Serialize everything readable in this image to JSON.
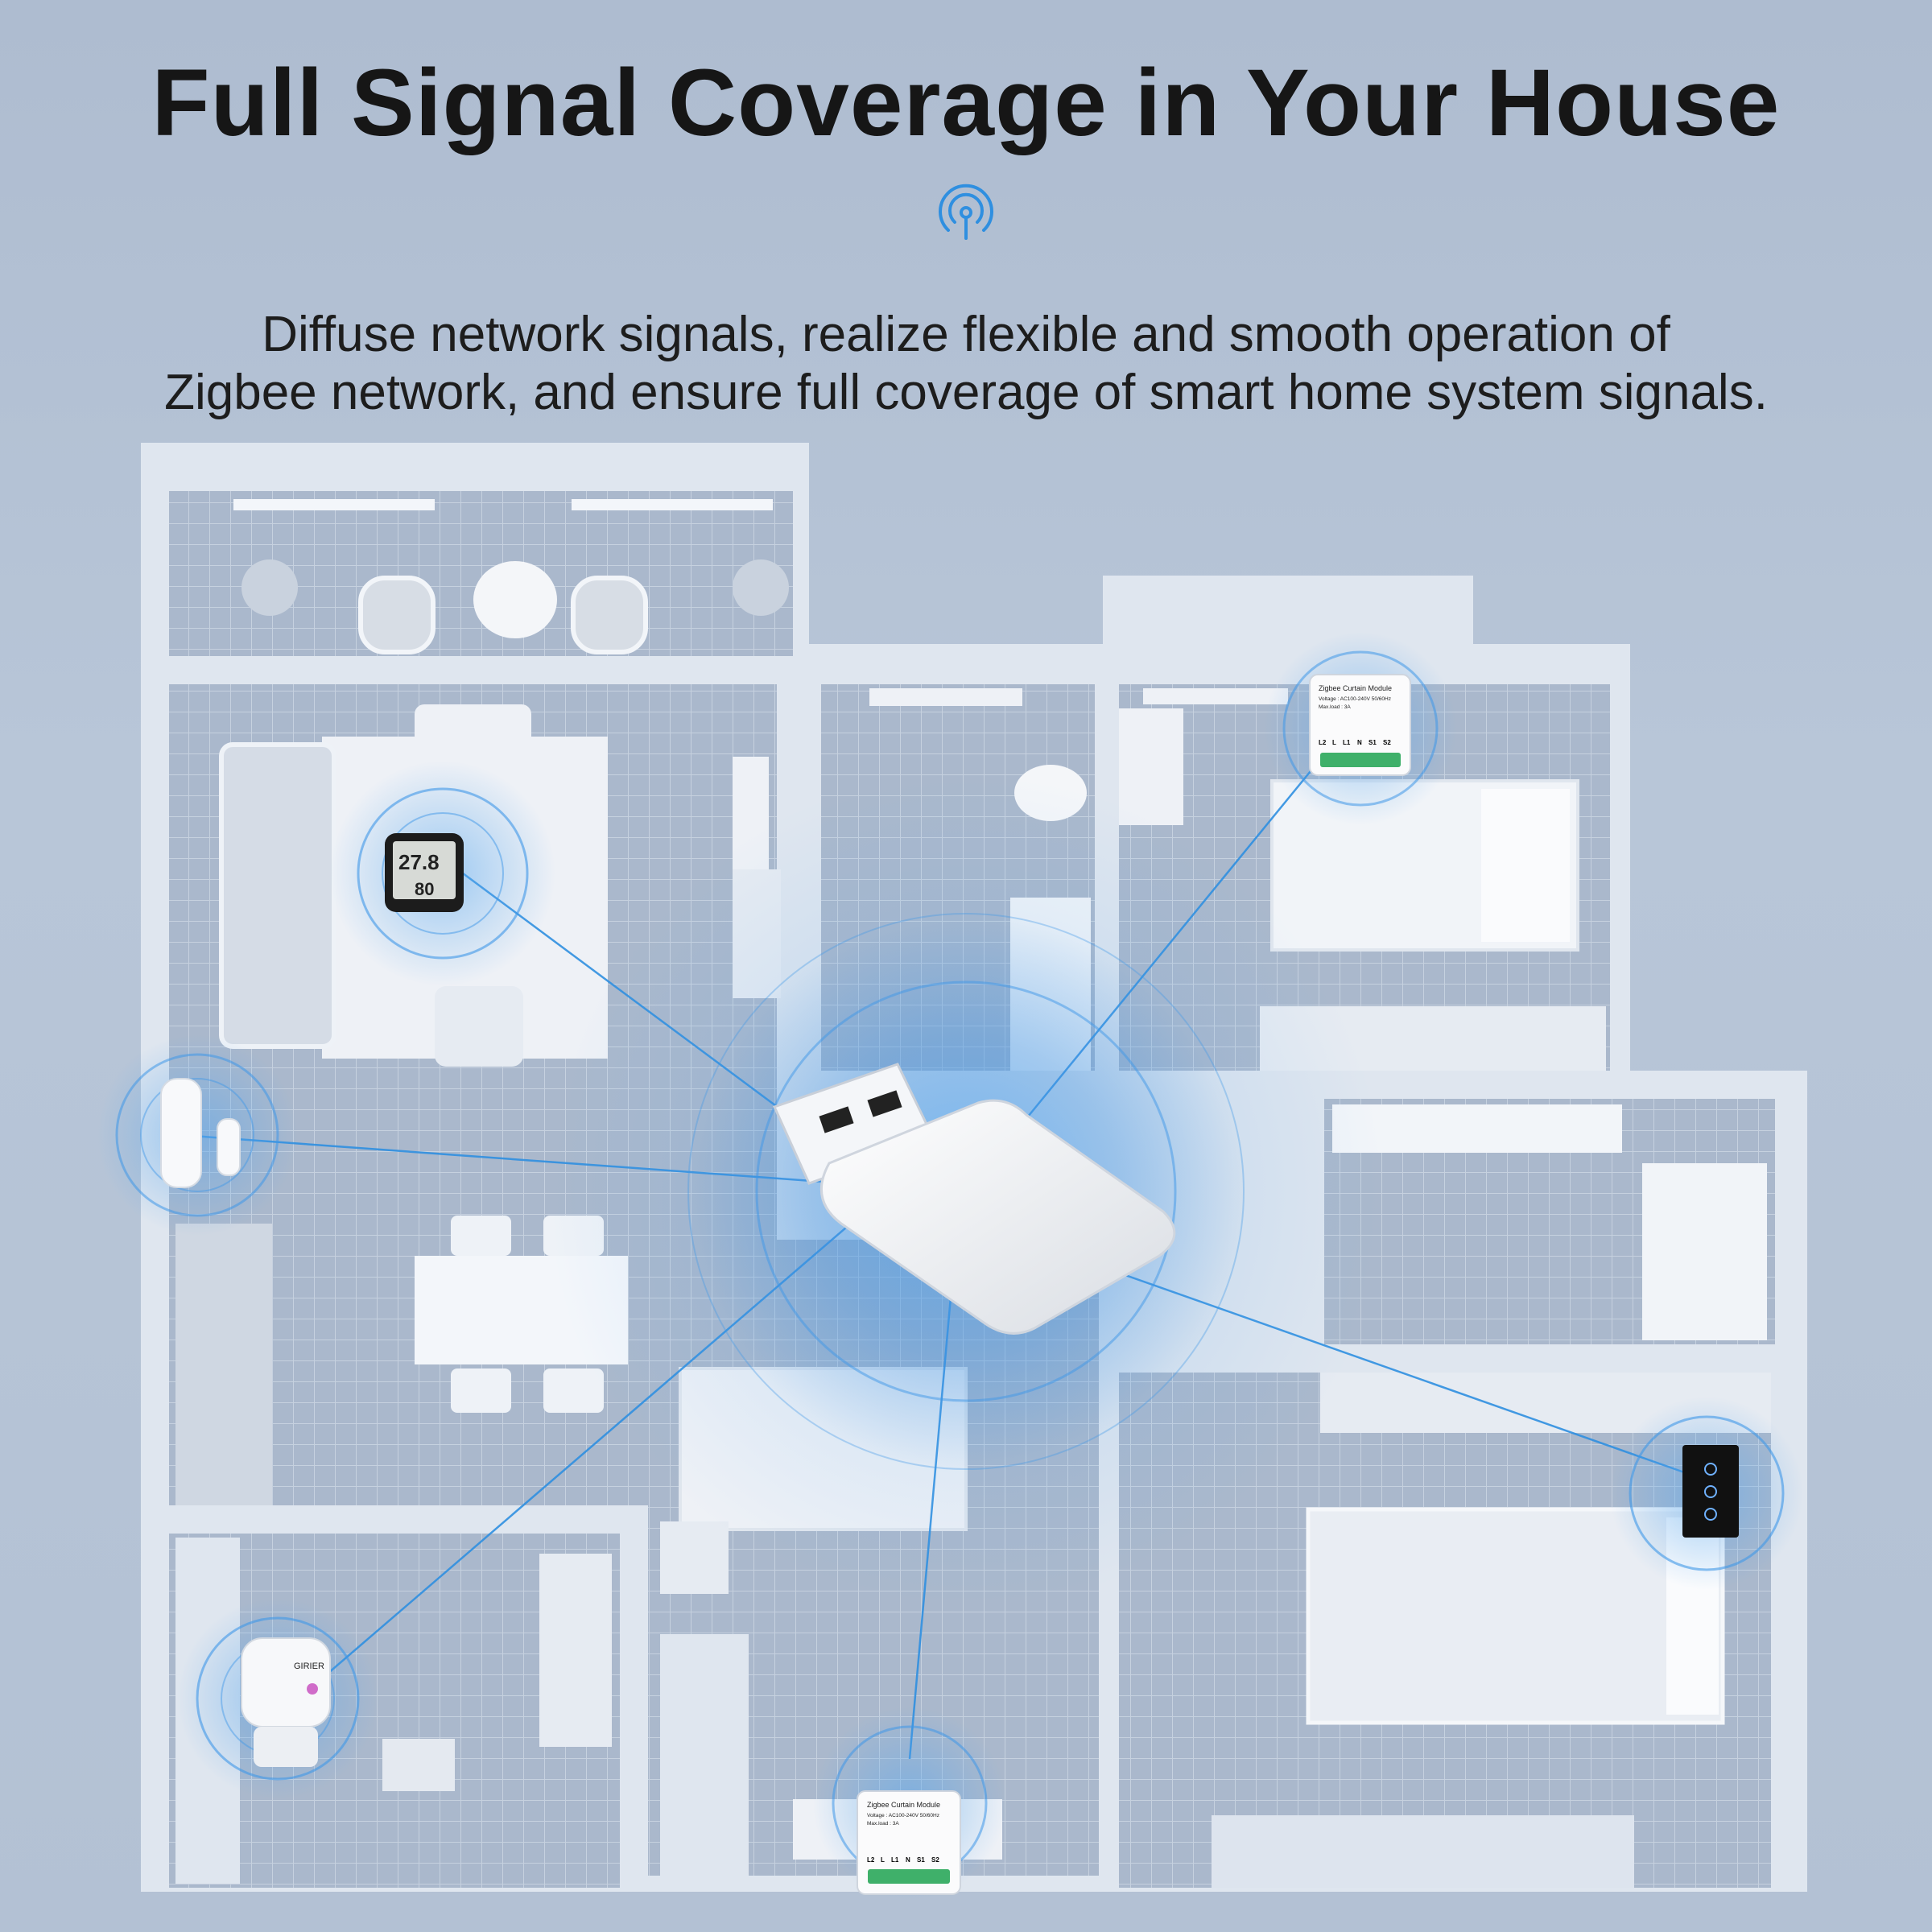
{
  "headline": "Full Signal Coverage in Your House",
  "subtext": {
    "line1": "Diffuse network signals, realize flexible and smooth operation of",
    "line2": "Zigbee network, and ensure full coverage of smart home system signals."
  },
  "icons": {
    "signal": "signal-broadcast-icon"
  },
  "devices": {
    "curtain_module": {
      "title": "Zigbee Curtain Module",
      "voltage": "Voltage : AC100-240V 50/60Hz",
      "max_load": "Max.load : 3A",
      "terminals": [
        "L2",
        "L",
        "L1",
        "N",
        "S1",
        "S2"
      ]
    },
    "thermometer": {
      "temperature": "27.8",
      "humidity": "80"
    },
    "smart_plug": {
      "brand": "GIRIER"
    }
  },
  "colors": {
    "background": "#b6c4d6",
    "signal_blue": "#2f8fe0",
    "headline": "#161616",
    "walls": "#e8edf3"
  }
}
